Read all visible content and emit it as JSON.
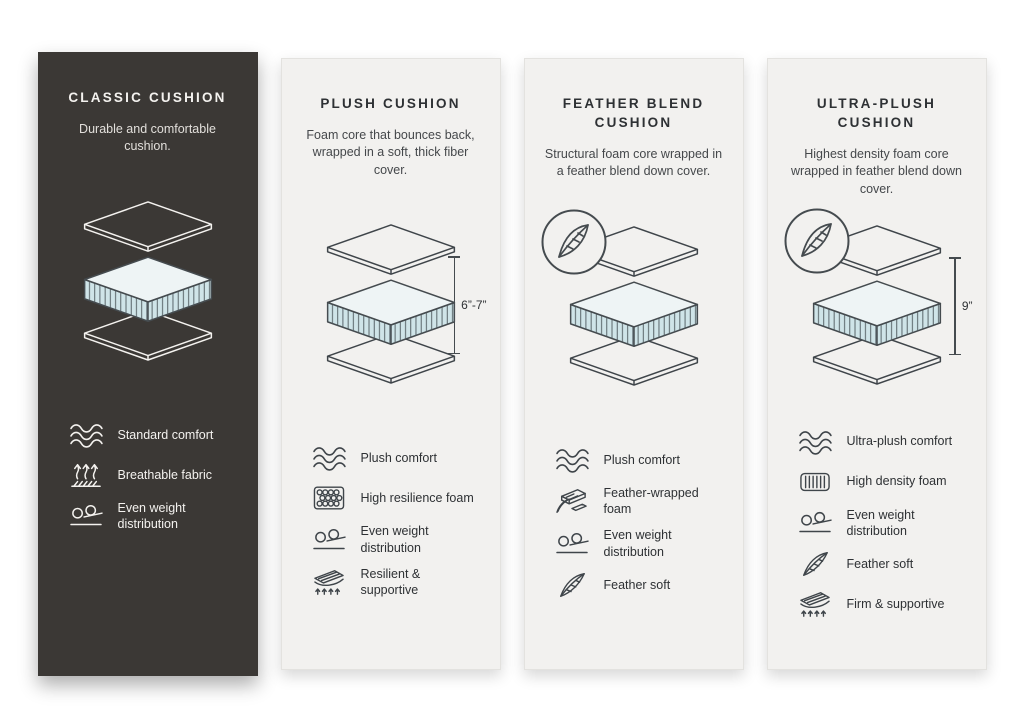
{
  "colors": {
    "dark_card_bg": "#3b3835",
    "light_card_bg": "#f2f1ef",
    "foam_fill": "#cfe4e8",
    "outline": "#454b4f"
  },
  "cards": [
    {
      "title": "CLASSIC CUSHION",
      "description": "Durable and comfortable cushion.",
      "theme": "dark",
      "height_label": "",
      "has_feather_badge": false,
      "features": [
        {
          "icon": "waves-icon",
          "label": "Standard comfort"
        },
        {
          "icon": "breathable-fabric-icon",
          "label": "Breathable fabric"
        },
        {
          "icon": "even-weight-icon",
          "label": "Even weight distribution"
        }
      ]
    },
    {
      "title": "PLUSH CUSHION",
      "description": "Foam core that bounces back, wrapped in a soft, thick fiber cover.",
      "theme": "light",
      "height_label": "6”-7”",
      "has_feather_badge": false,
      "features": [
        {
          "icon": "waves-icon",
          "label": "Plush comfort"
        },
        {
          "icon": "foam-cells-icon",
          "label": "High resilience foam"
        },
        {
          "icon": "even-weight-icon",
          "label": "Even weight distribution"
        },
        {
          "icon": "spring-support-icon",
          "label": "Resilient & supportive"
        }
      ]
    },
    {
      "title": "FEATHER BLEND CUSHION",
      "description": "Structural foam core wrapped in a feather blend down cover.",
      "theme": "light",
      "height_label": "",
      "has_feather_badge": true,
      "features": [
        {
          "icon": "waves-icon",
          "label": "Plush comfort"
        },
        {
          "icon": "feather-wrapped-foam-icon",
          "label": "Feather-wrapped foam"
        },
        {
          "icon": "even-weight-icon",
          "label": "Even weight distribution"
        },
        {
          "icon": "feather-icon",
          "label": "Feather soft"
        }
      ]
    },
    {
      "title": "ULTRA-PLUSH CUSHION",
      "description": "Highest density foam core wrapped in feather blend down cover.",
      "theme": "light",
      "height_label": "9”",
      "has_feather_badge": true,
      "features": [
        {
          "icon": "waves-icon",
          "label": "Ultra-plush comfort"
        },
        {
          "icon": "high-density-foam-icon",
          "label": "High density foam"
        },
        {
          "icon": "even-weight-icon",
          "label": "Even weight distribution"
        },
        {
          "icon": "feather-icon",
          "label": "Feather soft"
        },
        {
          "icon": "spring-support-icon",
          "label": "Firm & supportive"
        }
      ]
    }
  ]
}
